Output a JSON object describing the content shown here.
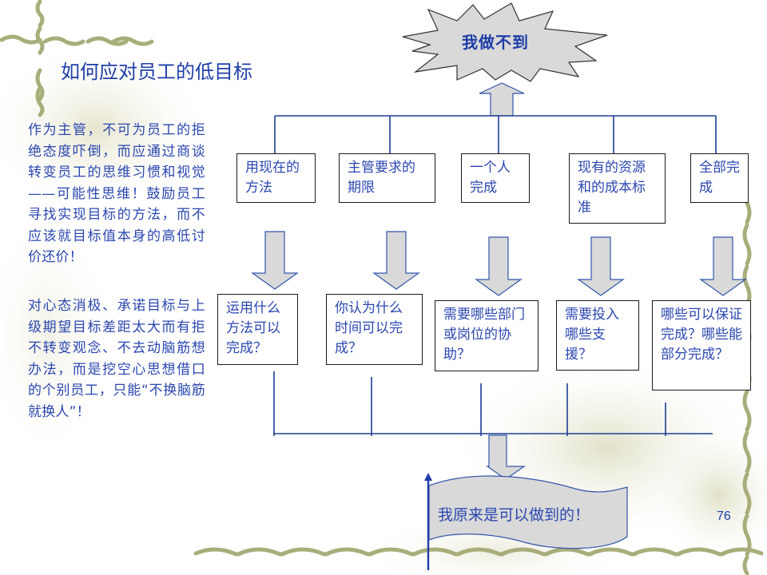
{
  "slide": {
    "title": "如何应对员工的低目标",
    "paragraphs": [
      "作为主管，不可为员工的拒绝态度吓倒，而应通过商谈转变员工的思维习惯和视觉——可能性思维！鼓励员工寻找实现目标的方法，而不应该就目标值本身的高低讨价还价！",
      "对心态消极、承诺目标与上级期望目标差距太大而有拒不转变观念、不去动脑筋想办法，而是挖空心思想借口的个别员工，只能“不换脑筋就换人”！"
    ],
    "page_number": "76"
  },
  "diagram": {
    "top_label": "我做不到",
    "top_shape": "starburst",
    "conditions": [
      {
        "label": "用现在的方法"
      },
      {
        "label": "主管要求的期限"
      },
      {
        "label": "一个人完成"
      },
      {
        "label": "现有的资源和的成本标准"
      },
      {
        "label": "全部完成"
      }
    ],
    "questions": [
      {
        "label": "运用什么方法可以完成？"
      },
      {
        "label": "你认为什么时间可以完成？"
      },
      {
        "label": "需要哪些部门或岗位的协助？"
      },
      {
        "label": "需要投入哪些支援？"
      },
      {
        "label": "哪些可以保证完成？哪些能部分完成？"
      }
    ],
    "bottom_label": "我原来是可以做到的！",
    "bottom_shape": "wave-banner",
    "colors": {
      "line": "#1f3e96",
      "arrow_fill": "#d9d9d9",
      "arrow_stroke": "#3355aa",
      "text": "#2b47b0",
      "vine": "#a8ad7a"
    }
  }
}
